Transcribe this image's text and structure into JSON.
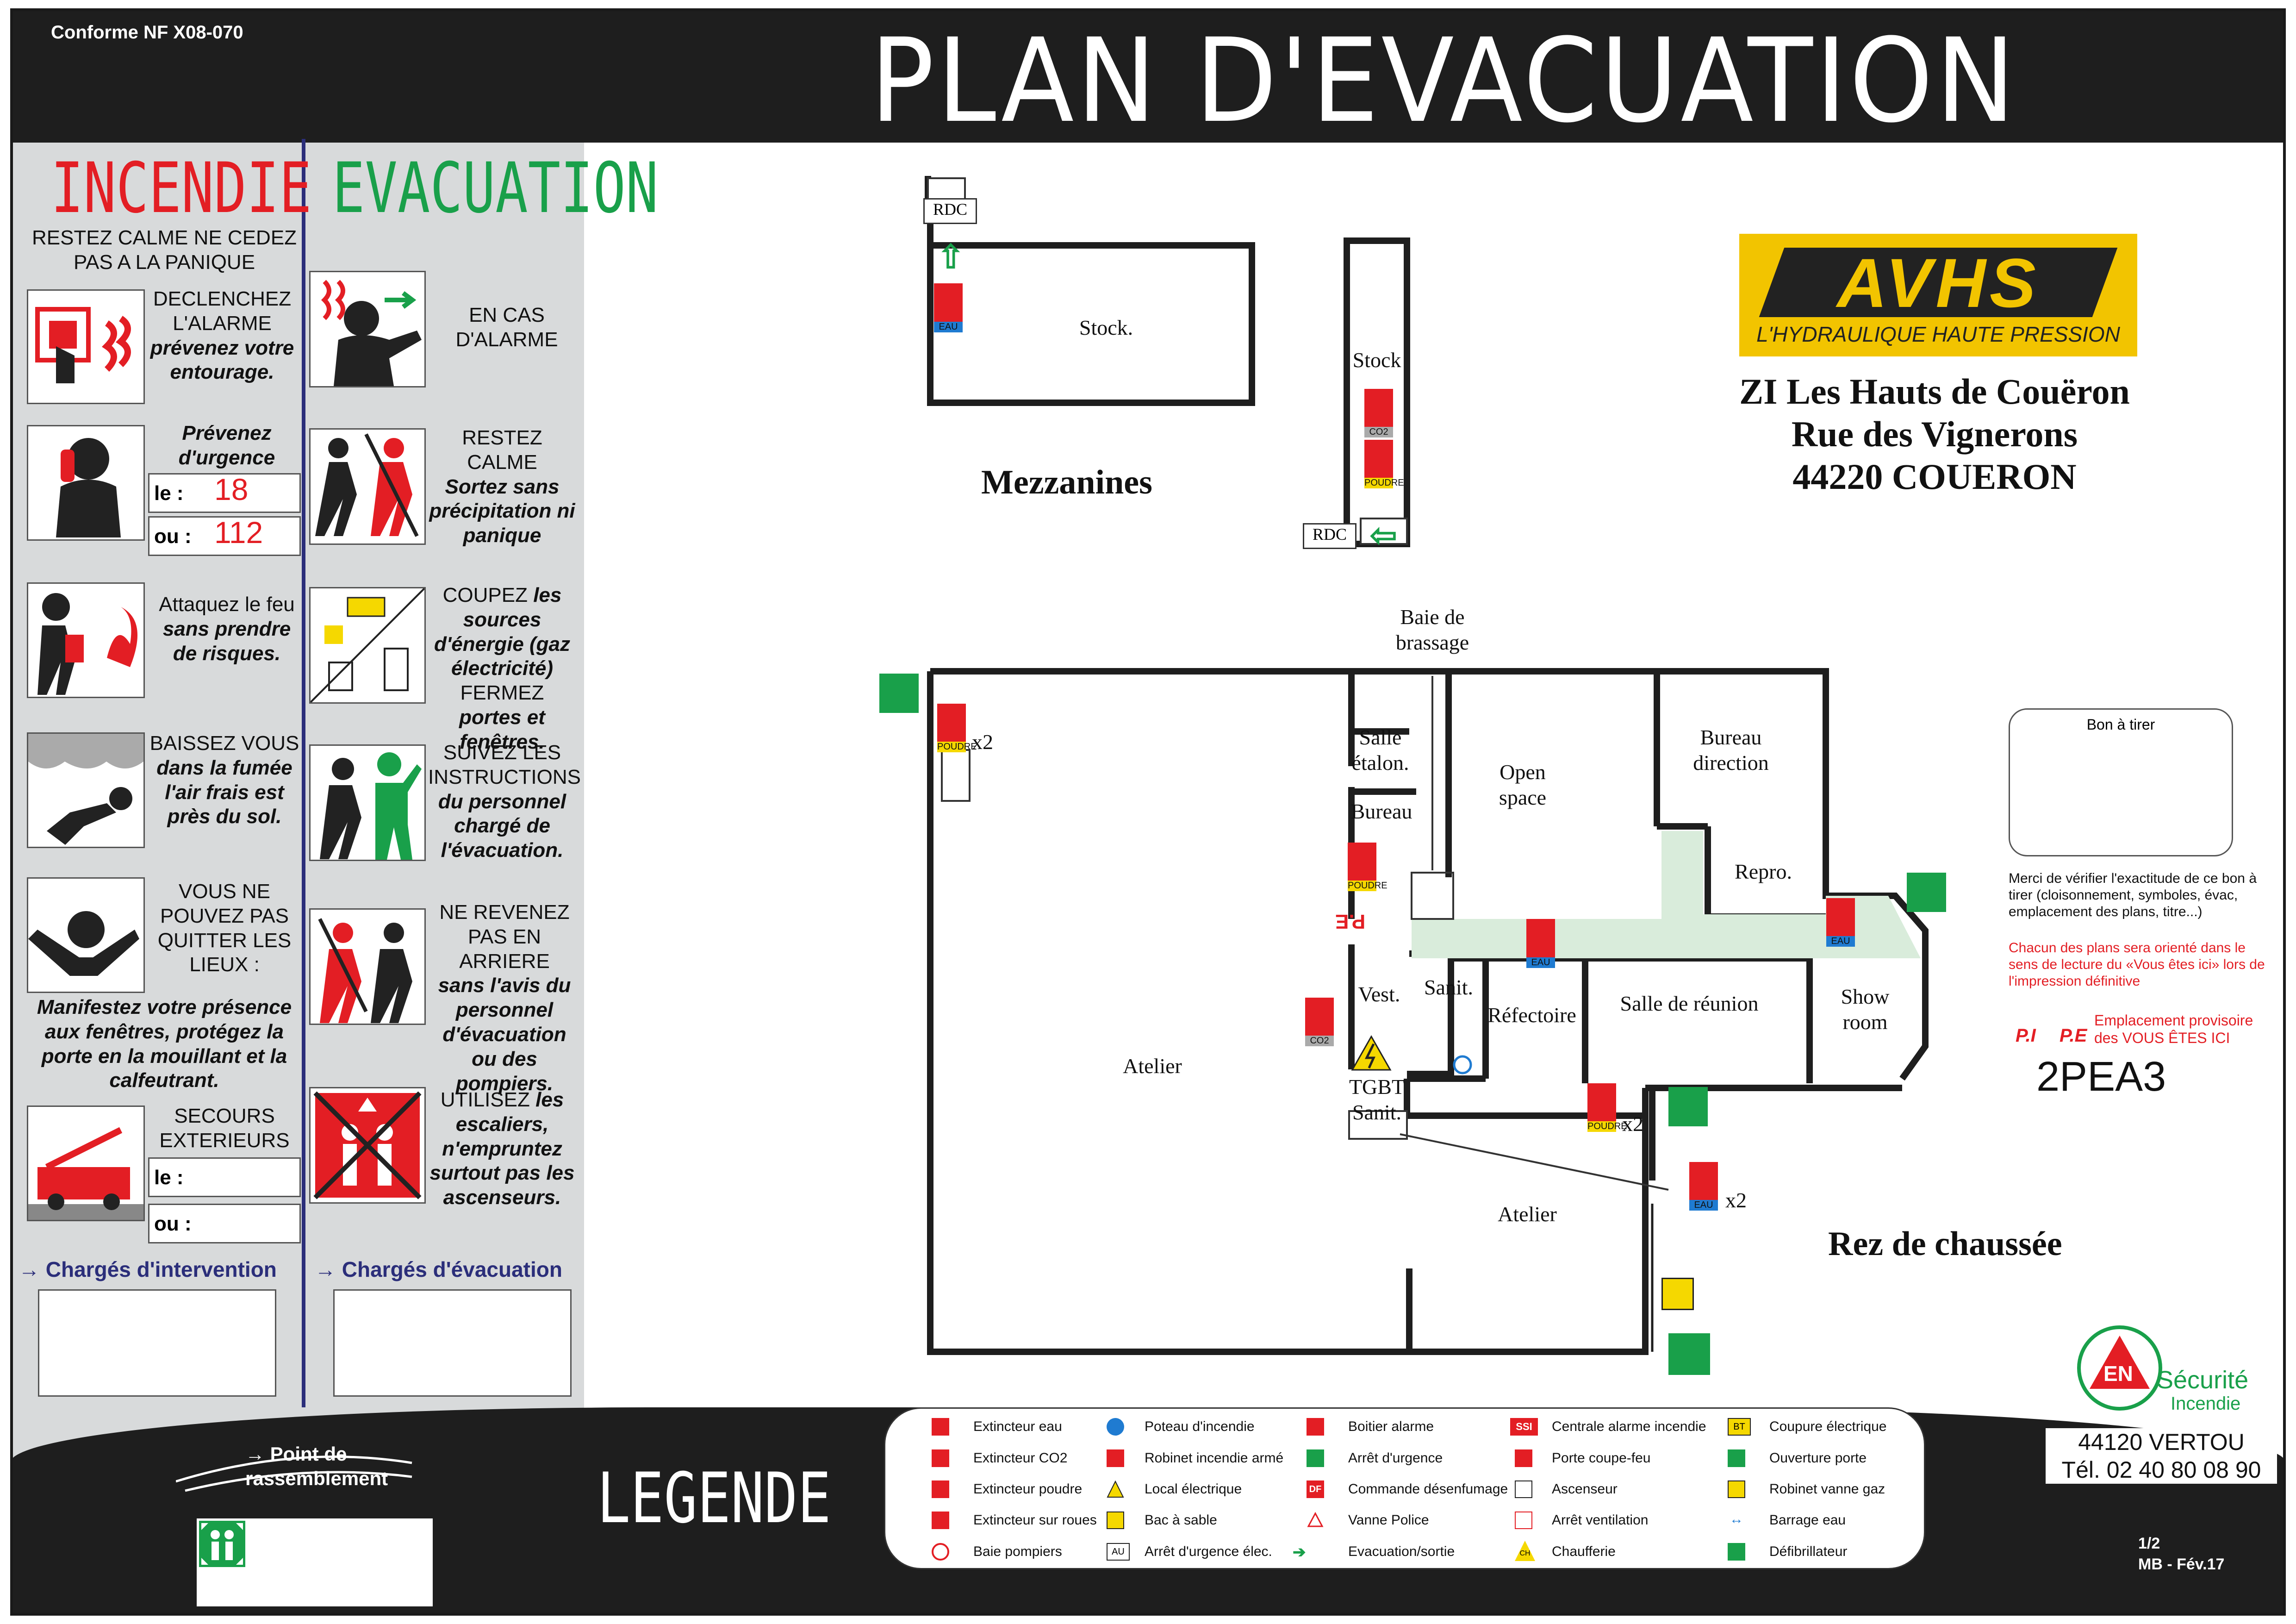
{
  "header": {
    "conformity": "Conforme NF X08-070",
    "title": "PLAN D'EVACUATION"
  },
  "left_panel": {
    "incendie_title": "INCENDIE",
    "evacuation_title": "EVACUATION",
    "calm_text": "RESTEZ CALME NE CEDEZ PAS A LA PANIQUE",
    "incendie_steps": [
      {
        "text1": "DECLENCHEZ L'ALARME",
        "text2": "prévenez votre entourage."
      },
      {
        "text1": "",
        "text2": "Prévenez d'urgence"
      },
      {
        "text1": "Attaquez le feu",
        "text2": "sans prendre de risques."
      },
      {
        "text1": "BAISSEZ VOUS",
        "text2": "dans la fumée l'air frais est près du sol."
      },
      {
        "text1": "VOUS NE POUVEZ PAS QUITTER LES LIEUX :",
        "text2": "Manifestez votre présence aux fenêtres, protégez la porte en la mouillant et la calfeutrant."
      },
      {
        "text1": "SECOURS EXTERIEURS",
        "text2": ""
      }
    ],
    "urgence": {
      "le_label": "le :",
      "le_value": "18",
      "ou_label": "ou :",
      "ou_value": "112"
    },
    "secours": {
      "le_label": "le :",
      "ou_label": "ou :"
    },
    "evacuation_steps": [
      {
        "text1": "EN CAS D'ALARME",
        "text2": ""
      },
      {
        "text1": "RESTEZ CALME",
        "text2": "Sortez sans précipitation ni panique"
      },
      {
        "text1": "COUPEZ",
        "text2": "les sources d'énergie (gaz électricité)",
        "text3": "FERMEZ",
        "text4": "portes et fenêtres."
      },
      {
        "text1": "SUIVEZ LES INSTRUCTIONS",
        "text2": "du personnel chargé de l'évacuation."
      },
      {
        "text1": "NE REVENEZ PAS EN ARRIERE",
        "text2": "sans l'avis du personnel d'évacuation ou des pompiers."
      },
      {
        "text1": "UTILISEZ",
        "text2": "les escaliers, n'empruntez surtout pas les ascenseurs."
      }
    ],
    "charges_intervention": "Chargés d'intervention",
    "charges_evacuation": "Chargés d'évacuation",
    "rassemblement": "Point de rassemblement"
  },
  "legend": {
    "title": "LEGENDE",
    "items": [
      "Extincteur eau",
      "Extincteur CO2",
      "Extincteur poudre",
      "Extincteur sur roues",
      "Baie pompiers",
      "Poteau d'incendie",
      "Robinet incendie armé",
      "Local électrique",
      "Bac à sable",
      "Arrêt d'urgence élec.",
      "Boitier alarme",
      "Arrêt d'urgence",
      "Commande désenfumage",
      "Vanne Police",
      "Evacuation/sortie",
      "Centrale alarme incendie",
      "Porte coupe-feu",
      "Ascenseur",
      "Arrêt ventilation",
      "Chaufferie",
      "Coupure électrique",
      "Ouverture porte",
      "Robinet vanne gaz",
      "Barrage eau",
      "Défibrillateur"
    ],
    "icon_texts": {
      "ssi": "SSI",
      "df": "DF",
      "bt": "BT",
      "au": "AU",
      "ch": "CH"
    }
  },
  "plan": {
    "mezzanines_label": "Mezzanines",
    "rdc_label": "Rez de chaussée",
    "rooms": {
      "stock1": "Stock.",
      "stock2": "Stock",
      "rdc": "RDC",
      "baie": "Baie de brassage",
      "salle_etalon": "Salle étalon.",
      "bureau": "Bureau",
      "open_space": "Open space",
      "bureau_direction": "Bureau direction",
      "repro": "Repro.",
      "vest": "Vest.",
      "sanit": "Sanit.",
      "refectoire": "Réfectoire",
      "salle_reunion": "Salle de réunion",
      "show_room": "Show room",
      "atelier": "Atelier",
      "tgbt": "TGBT",
      "sanit2": "Sanit."
    },
    "tags": {
      "eau": "EAU",
      "co2": "CO2",
      "poudre": "POUDRE",
      "x2": "x2",
      "pe": "P.E"
    }
  },
  "company": {
    "logo": "AVHS",
    "tagline": "L'HYDRAULIQUE HAUTE PRESSION",
    "address": [
      "ZI Les Hauts de Couëron",
      "Rue des Vignerons",
      "44220 COUERON"
    ]
  },
  "bat": {
    "title": "Bon à tirer",
    "note": "Merci de vérifier l'exactitude de ce bon à tirer (cloisonnement, symboles, évac, emplacement des plans, titre...)",
    "warning": "Chacun des plans sera orienté dans le sens de lecture du «Vous êtes ici» lors de l'impression définitive",
    "pi": "P.I",
    "pe": "P.E",
    "provisional": "Emplacement provisoire des VOUS ÊTES ICI",
    "code": "2PEA3"
  },
  "supplier": {
    "logo_en": "EN",
    "logo_text1": "Sécurité",
    "logo_text2": "Incendie",
    "city": "44120 VERTOU",
    "tel": "Tél. 02 40 80 08 90"
  },
  "footer": {
    "page": "1/2",
    "version": "MB - Fév.17"
  }
}
